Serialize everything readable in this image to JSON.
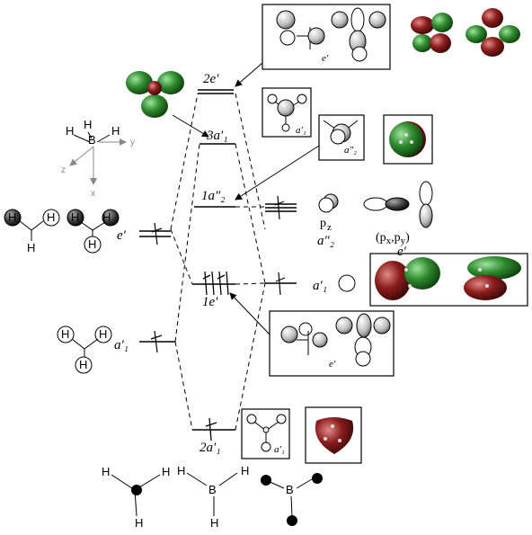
{
  "levels": {
    "e2": "2e′",
    "a1_3": "3a′₁",
    "a2_1": "1a″₂",
    "e1": "1e′",
    "a1_2": "2a′₁"
  },
  "left_labels": {
    "e_prime": "e′",
    "a_prime": "a′₁"
  },
  "right_labels": {
    "pz": "p",
    "pz_sub": "z",
    "a2pp": "a″₂",
    "pxpy": "(p",
    "pxpy_x": "x",
    "pxpy_comma": ",p",
    "pxpy_y": "y",
    "pxpy_close": ")",
    "e": "e′",
    "a1": "a′₁"
  },
  "box_labels": {
    "top_e": "e′",
    "a1_top": "a′₁",
    "a2pp_box": "a″₂",
    "mid_e": "e′",
    "bottom_a1": "a′₁"
  },
  "atoms": {
    "H": "H",
    "B": "B"
  },
  "axes": {
    "y": "y",
    "z": "z",
    "x": "x"
  },
  "colors": {
    "green": "#2f8a2f",
    "red": "#8b1c1c",
    "grey_lobe": "#c8c8c8"
  }
}
